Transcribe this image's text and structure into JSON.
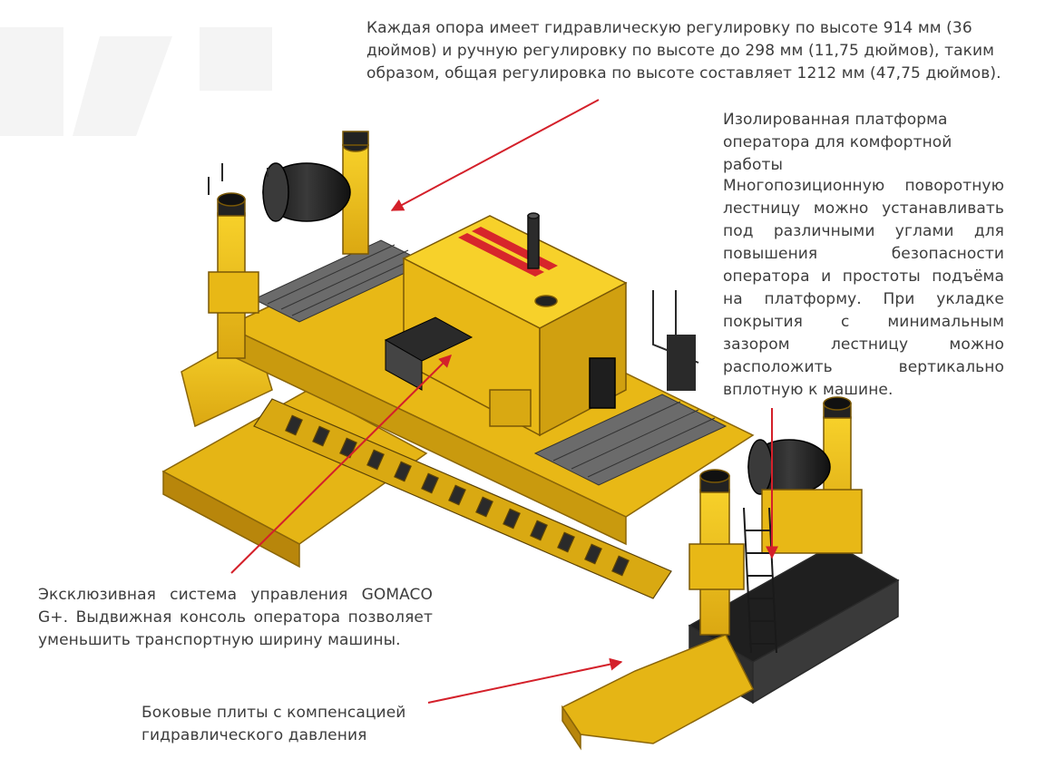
{
  "callouts": {
    "support": "Каждая опора имеет гидравлическую регулировку по высоте 914 мм (36 дюймов) и ручную регулировку по высоте до 298 мм (11,75 дюймов), таким образом, общая регулировка по высоте составляет 1212 мм (47,75 дюймов).",
    "platform": "Изолированная платформа оператора для комфортной работы",
    "ladder": "Многопозиционную поворотную лестницу можно устанавливать под различными углами для повышения безопасности оператора и простоты подъёма на платформу. При укладке покрытия с минимальным зазором лестницу можно расположить вертикально вплотную к машине.",
    "control": "Эксклюзивная система управления GOMACO G+. Выдвижная консоль оператора позволяет уменьшить транспортную ширину машины.",
    "plates": "Боковые плиты с компенсацией гидравлического давления"
  },
  "colors": {
    "machine_yellow": "#f2c21a",
    "machine_shadow": "#c9970c",
    "machine_dark": "#8a6508",
    "black": "#1e1e1e",
    "arrow_red": "#d4202a",
    "stripe_red": "#d7262b"
  }
}
